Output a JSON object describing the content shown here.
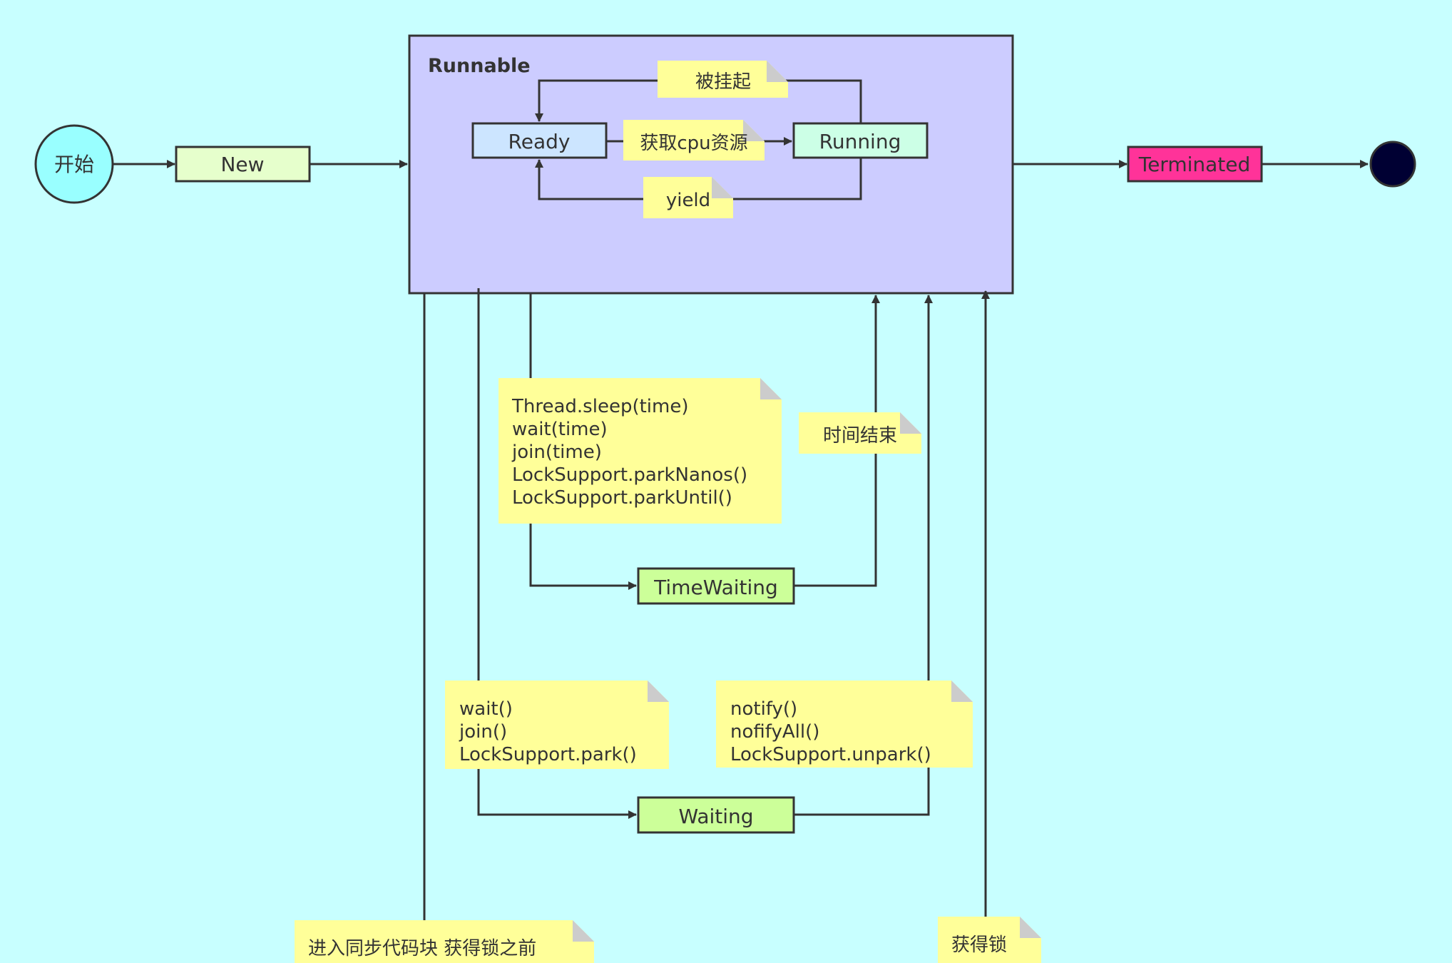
{
  "colors": {
    "background": "#c8ffff",
    "runnable_fill": "#ccccff",
    "start_fill": "#99ffff",
    "new_fill": "#e6ffcc",
    "ready_fill": "#cce5ff",
    "running_fill": "#ccffe6",
    "waiting_fill": "#ccff99",
    "terminated_fill": "#ff3399",
    "end_fill": "#000033",
    "note_fill": "#ffff99",
    "note_fold": "#cccccc",
    "line": "#333333"
  },
  "states": {
    "start": "开始",
    "new": "New",
    "runnable": "Runnable",
    "ready": "Ready",
    "running": "Running",
    "terminated": "Terminated",
    "time_waiting": "TimeWaiting",
    "waiting": "Waiting"
  },
  "notes": {
    "suspended": "被挂起",
    "get_cpu": "获取cpu资源",
    "yield": "yield",
    "timed_calls": [
      "Thread.sleep(time)",
      "wait(time)",
      "join(time)",
      "LockSupport.parkNanos()",
      "LockSupport.parkUntil()"
    ],
    "time_end": "时间结束",
    "wait_calls": [
      "wait()",
      "join()",
      "LockSupport.park()"
    ],
    "notify_calls": [
      "notify()",
      "nofifyAll()",
      "LockSupport.unpark()"
    ],
    "enter_sync": "进入同步代码块 获得锁之前",
    "got_lock": "获得锁"
  }
}
